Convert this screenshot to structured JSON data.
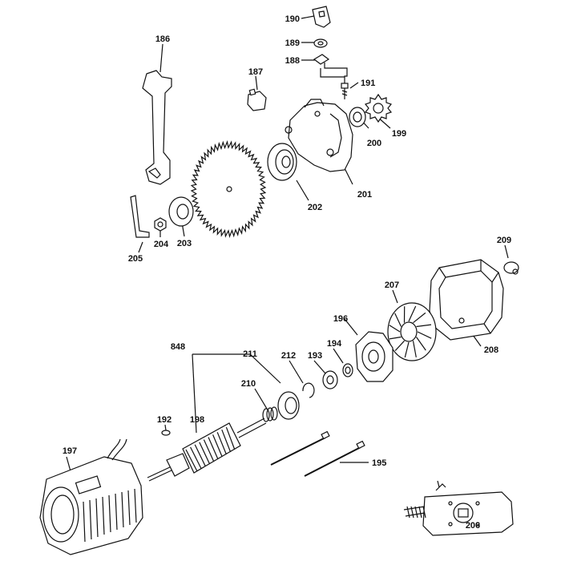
{
  "diagram": {
    "part_labels": {
      "p186": "186",
      "p187": "187",
      "p188": "188",
      "p189": "189",
      "p190": "190",
      "p191": "191",
      "p192": "192",
      "p193": "193",
      "p194": "194",
      "p195": "195",
      "p196": "196",
      "p197": "197",
      "p198": "198",
      "p199": "199",
      "p200": "200",
      "p201": "201",
      "p202": "202",
      "p203": "203",
      "p204": "204",
      "p205": "205",
      "p206": "206",
      "p207": "207",
      "p208": "208",
      "p209": "209",
      "p210": "210",
      "p211": "211",
      "p212": "212",
      "p848": "848"
    }
  },
  "colors": {
    "ink": "#111111",
    "paper": "#ffffff",
    "hatch": "#333333"
  }
}
